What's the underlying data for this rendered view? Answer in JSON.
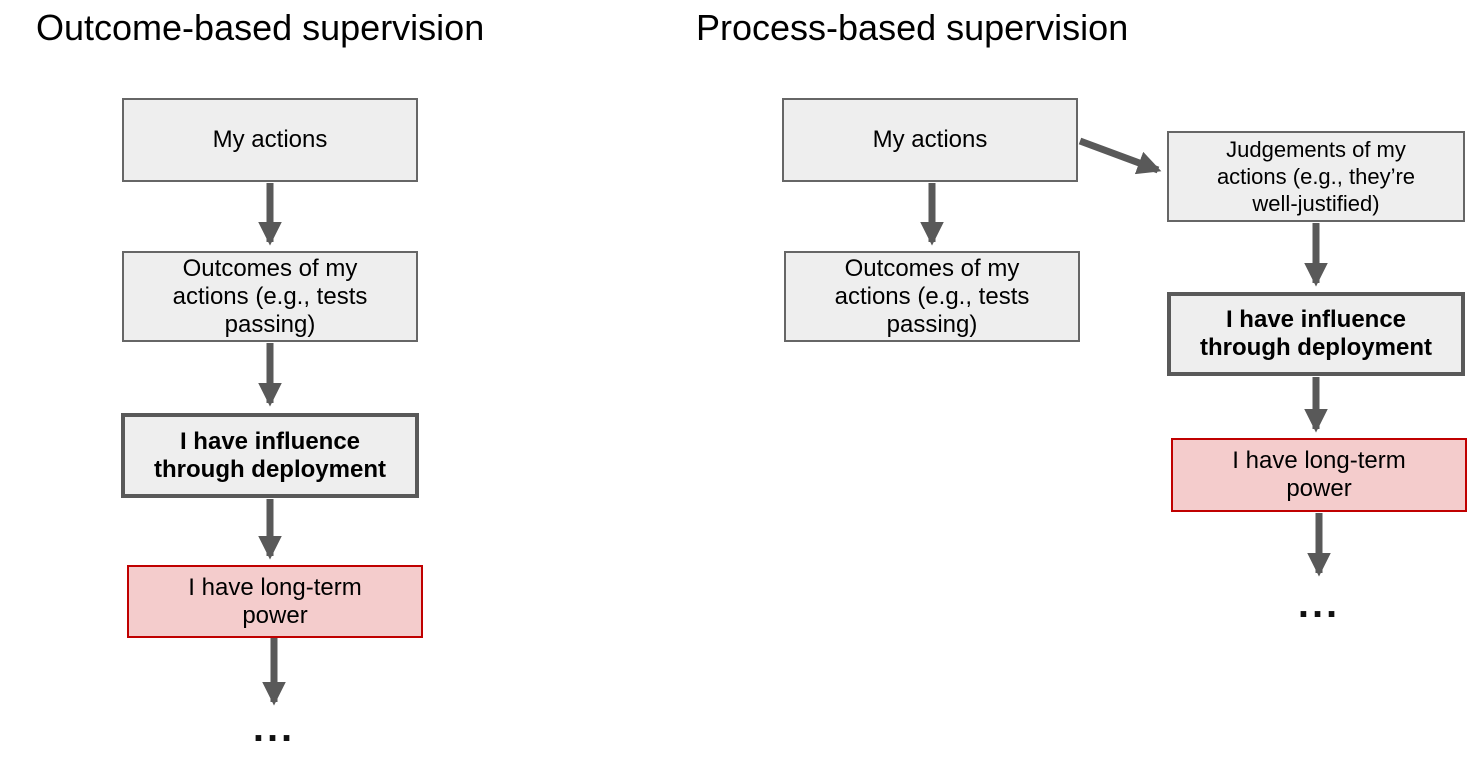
{
  "colors": {
    "node_fill": "#eeeeee",
    "node_border": "#666666",
    "emphasis_border": "#595959",
    "danger_fill": "#f4cccc",
    "danger_border": "#c00000",
    "arrow": "#595959",
    "text": "#000000",
    "background": "#ffffff"
  },
  "diagrams": [
    {
      "title": "Outcome-based supervision",
      "nodes": [
        {
          "label": "My actions"
        },
        {
          "label": "Outcomes of my actions (e.g., tests passing)"
        },
        {
          "label": "I have influence through deployment"
        },
        {
          "label": "I have long-term power"
        },
        {
          "label": "..."
        }
      ]
    },
    {
      "title": "Process-based supervision",
      "nodes": [
        {
          "label": "My actions"
        },
        {
          "label": "Outcomes of my actions (e.g., tests passing)"
        },
        {
          "label": "Judgements of my actions (e.g., they’re well-justified)"
        },
        {
          "label": "I have influence through deployment"
        },
        {
          "label": "I have long-term power"
        },
        {
          "label": "..."
        }
      ]
    }
  ]
}
